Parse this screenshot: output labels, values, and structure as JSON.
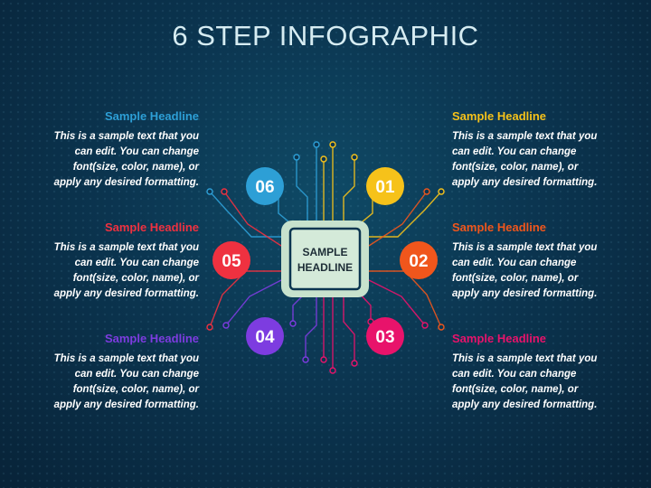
{
  "title": "6 STEP INFOGRAPHIC",
  "center": {
    "line1": "SAMPLE",
    "line2": "HEADLINE"
  },
  "steps": [
    {
      "number": "01",
      "color": "#f6c21a",
      "headline": "Sample Headline",
      "text": "This is a sample text that you can edit. You can change font(size, color, name), or apply any desired formatting."
    },
    {
      "number": "02",
      "color": "#f0561c",
      "headline": "Sample Headline",
      "text": "This is a sample text that you can edit. You can change font(size, color, name), or apply any desired formatting."
    },
    {
      "number": "03",
      "color": "#e8136b",
      "headline": "Sample Headline",
      "text": "This is a sample text that you can edit. You can change font(size, color, name), or apply any desired formatting."
    },
    {
      "number": "04",
      "color": "#7d3ce0",
      "headline": "Sample Headline",
      "text": "This is a sample text that you can edit. You can change font(size, color, name), or apply any desired formatting."
    },
    {
      "number": "05",
      "color": "#ef3140",
      "headline": "Sample Headline",
      "text": "This is a sample text that you can edit. You can change font(size, color, name), or apply any desired formatting."
    },
    {
      "number": "06",
      "color": "#2d9fd6",
      "headline": "Sample Headline",
      "text": "This is a sample text that you can edit. You can change font(size, color, name), or apply any desired formatting."
    }
  ],
  "colors": {
    "chip_fill": "#d4ead9",
    "chip_border": "#c7e2cd",
    "background": "#0b3550"
  }
}
